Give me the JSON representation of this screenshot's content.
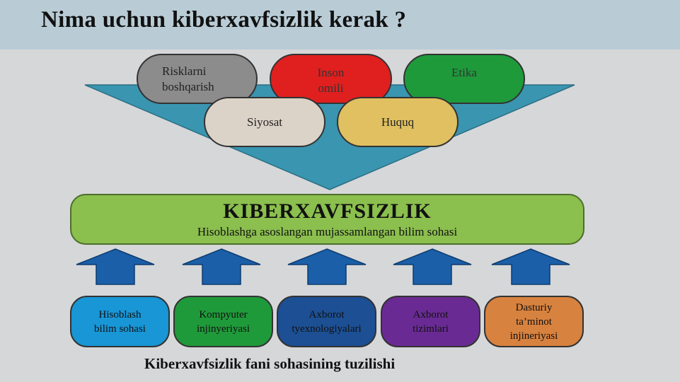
{
  "title": "Nima uchun kiberxavfsizlik kerak ?",
  "top_items": [
    {
      "label": "Risklarni\nboshqarish",
      "color": "#8c8c8c"
    },
    {
      "label": "Inson\nomili",
      "color": "#e01f1f"
    },
    {
      "label": "Etika",
      "color": "#1e9a3b"
    },
    {
      "label": "Siyosat",
      "color": "#dcd3c8"
    },
    {
      "label": "Huquq",
      "color": "#e0c060"
    }
  ],
  "main": {
    "title": "KIBERXAVFSIZLIK",
    "subtitle": "Hisoblashga asoslangan mujassamlangan bilim sohasi",
    "color": "#8bbf4e"
  },
  "bottom_items": [
    {
      "label": "Hisoblash\nbilim sohasi",
      "color": "#1896d6"
    },
    {
      "label": "Kompyuter\ninjinyeriyasi",
      "color": "#1f9a3a"
    },
    {
      "label": "Axborot\ntyexnologiyalari",
      "color": "#1c4f93"
    },
    {
      "label": "Axborot\ntizimlari",
      "color": "#6a2a94"
    },
    {
      "label": "Dasturiy\nta’minot\ninjineriyasi",
      "color": "#d8823f"
    }
  ],
  "caption": "Kiberxavfsizlik fani sohasining tuzilishi",
  "colors": {
    "header": "#b9ccd6",
    "background": "#d6d7d9",
    "funnel": "#3a95b0",
    "arrow": "#1b5fa8"
  }
}
